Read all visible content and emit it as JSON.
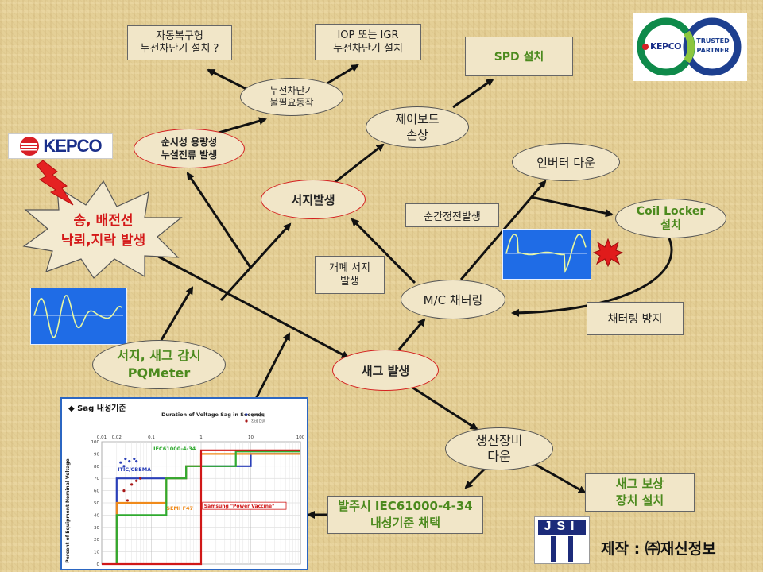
{
  "nodes": {
    "auto_recloser": "자동복구형\n누전차단기 설치 ?",
    "iop_igr": "IOP 또는 IGR\n누전차단기 설치",
    "spd": "SPD 설치",
    "elb_malfunction": "누전차단기\n불필요동작",
    "control_board": "제어보드\n손상",
    "capacitive_leakage": "순시성 용량성\n누설전류 발생",
    "surge": "서지발생",
    "inverter_down": "인버터 다운",
    "momentary_outage": "순간정전발생",
    "coil_locker": "Coil Locker\n설치",
    "lightning": "송, 배전선\n낙뢰,지락 발생",
    "switching_surge": "개폐 서지\n발생",
    "mc_chattering": "M/C 채터링",
    "chattering_prevent": "채터링 방지",
    "monitoring": "서지, 새그 감시\nPQMeter",
    "sag": "새그 발생",
    "production_down": "생산장비\n다운",
    "sag_compensation": "새그 보상\n장치 설치",
    "order_standard": "발주시 IEC61000-4-34\n내성기준 채택"
  },
  "logos": {
    "kepco_text": "KEPCO",
    "trusted_partner": "TRUSTED\nPARTNER",
    "jsi": "JSI"
  },
  "credit": "제작 : ㈜재신정보",
  "sag_chart": {
    "header": "◆ Sag 내성기준",
    "top_axis_title": "Duration of Voltage Sag in Seconds",
    "y_axis_title": "Percent of Equipment Nominal Voltage",
    "legend": [
      "장비 건전",
      "장비 다운"
    ],
    "labels": {
      "iec": "IEC61000-4-34",
      "itic": "ITIC/CBEMA",
      "semi": "SEMI F47",
      "samsung": "Samsung \"Power Vaccine\""
    },
    "colors": {
      "iec": "#2faa2f",
      "itic": "#2a3fb8",
      "semi": "#f08a1a",
      "samsung": "#d01818"
    }
  },
  "chart_data": {
    "type": "line",
    "title": "",
    "xlabel": "Duration of Voltage Sag in Seconds",
    "ylabel": "Percent of Equipment Nominal Voltage",
    "x_ticks": [
      "0.01",
      "0.02",
      "0.1",
      "1",
      "10",
      "100"
    ],
    "y_ticks": [
      0,
      10,
      20,
      30,
      40,
      50,
      60,
      70,
      80,
      90,
      100
    ],
    "xscale": "log",
    "xlim": [
      0.01,
      100
    ],
    "ylim": [
      0,
      100
    ],
    "series": [
      {
        "name": "ITIC/CBEMA",
        "x": [
          0.02,
          0.02,
          0.5,
          0.5,
          10,
          10,
          100
        ],
        "y": [
          0,
          70,
          70,
          80,
          80,
          90,
          90
        ]
      },
      {
        "name": "SEMI F47",
        "x": [
          0.02,
          0.02,
          0.2,
          0.2,
          0.5,
          0.5,
          1,
          1,
          100
        ],
        "y": [
          0,
          50,
          50,
          70,
          70,
          80,
          80,
          90,
          90
        ]
      },
      {
        "name": "IEC61000-4-34",
        "x": [
          0.02,
          0.02,
          0.2,
          0.2,
          0.5,
          0.5,
          5,
          5,
          100
        ],
        "y": [
          0,
          40,
          40,
          70,
          70,
          80,
          80,
          92,
          92
        ]
      },
      {
        "name": "Samsung \"Power Vaccine\"",
        "x": [
          0.01,
          1,
          1,
          100
        ],
        "y": [
          0,
          0,
          93,
          93
        ]
      }
    ],
    "scatter": [
      {
        "name": "장비 건전",
        "x": [
          0.024,
          0.03,
          0.036,
          0.045,
          0.028,
          0.05
        ],
        "y": [
          83,
          86,
          84,
          86,
          80,
          84
        ]
      },
      {
        "name": "장비 다운",
        "x": [
          0.028,
          0.04,
          0.05,
          0.06,
          0.033
        ],
        "y": [
          60,
          65,
          68,
          70,
          52
        ]
      }
    ]
  }
}
